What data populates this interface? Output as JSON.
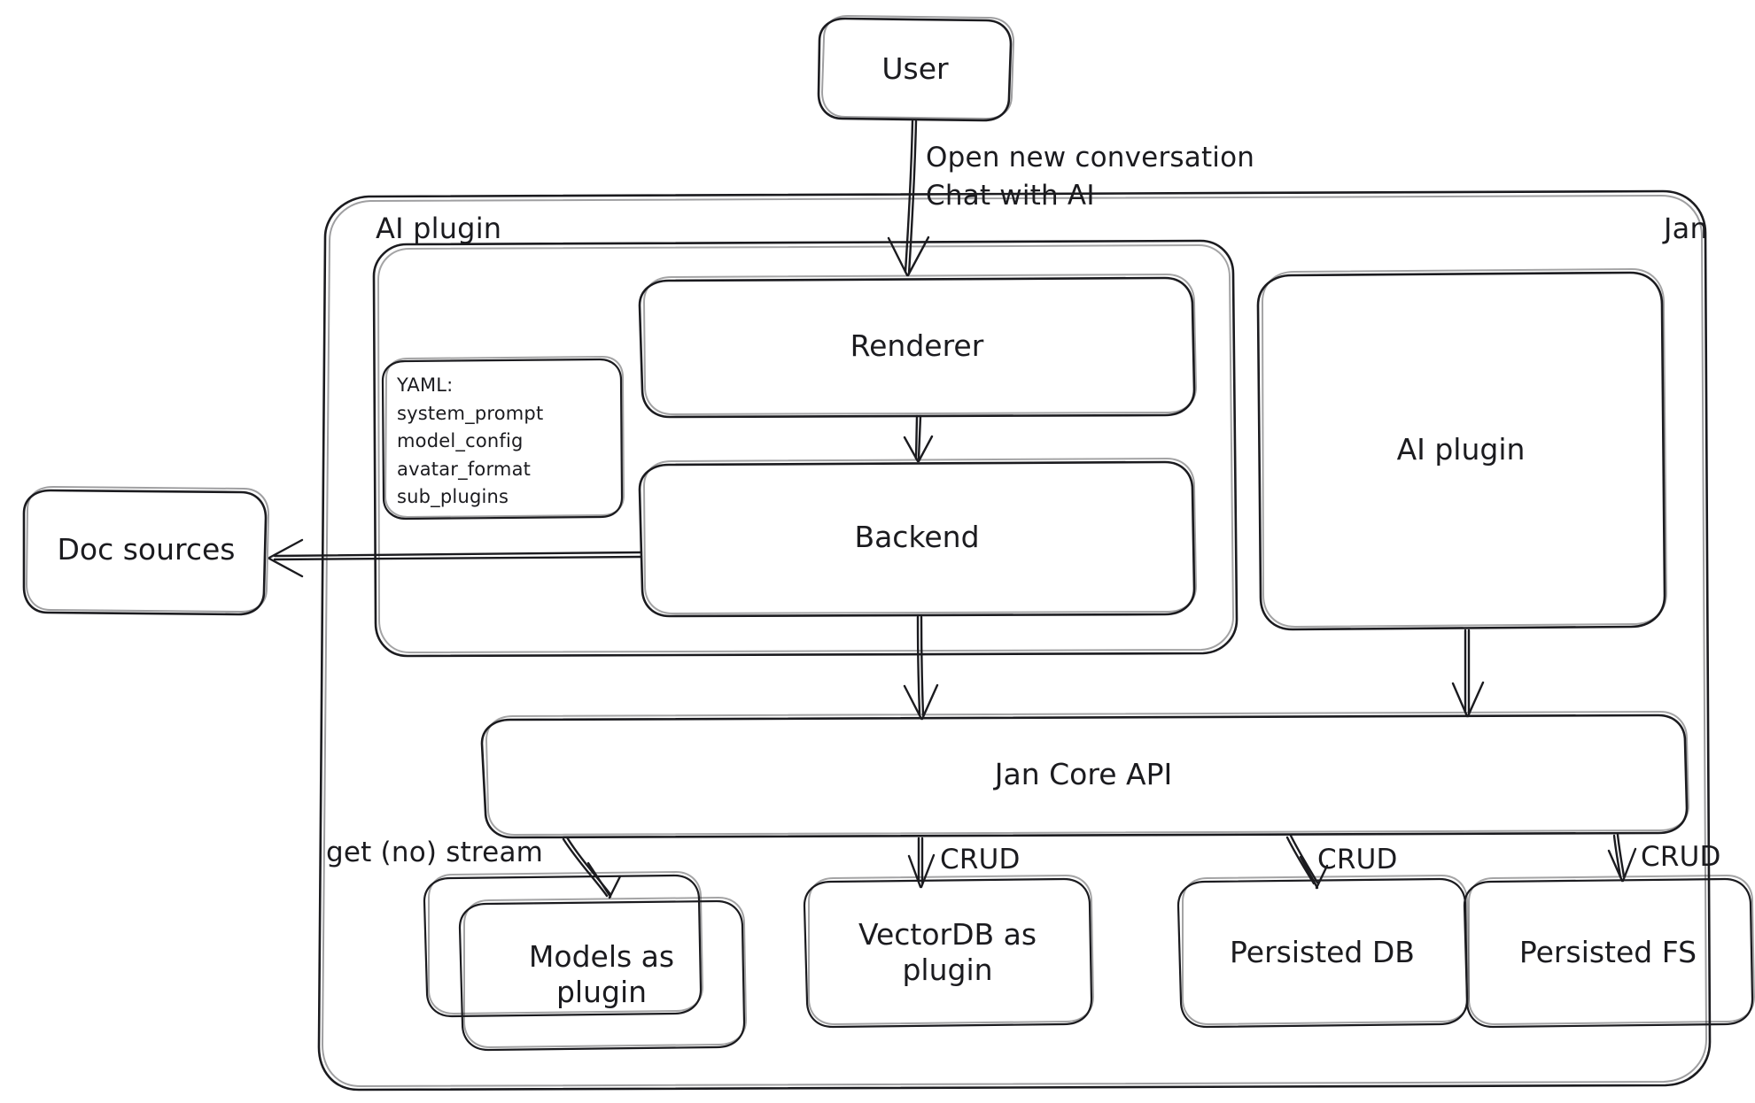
{
  "diagram": {
    "title": "Jan architecture diagram",
    "style": "hand-drawn",
    "stroke_color": "#1b1b1f",
    "background_color": "#ffffff"
  },
  "nodes": {
    "user": "User",
    "doc_sources": "Doc sources",
    "renderer": "Renderer",
    "backend": "Backend",
    "ai_plugin_right": "AI plugin",
    "jan_core_api": "Jan Core API",
    "models_as_plugin": "Models as\nplugin",
    "vectordb_as_plugin": "VectorDB as\nplugin",
    "persisted_db": "Persisted DB",
    "persisted_fs": "Persisted FS"
  },
  "groups": {
    "jan": "Jan",
    "ai_plugin": "AI plugin"
  },
  "yaml_card": {
    "header": "YAML:",
    "items": [
      "system_prompt",
      "model_config",
      "avatar_format",
      "sub_plugins"
    ]
  },
  "edge_labels": {
    "user_to_renderer_line1": "Open new conversation",
    "user_to_renderer_line2": "Chat with AI",
    "core_to_models": "get (no) stream",
    "core_to_vectordb": "CRUD",
    "core_to_persisted_db": "CRUD",
    "core_to_persisted_fs": "CRUD"
  }
}
